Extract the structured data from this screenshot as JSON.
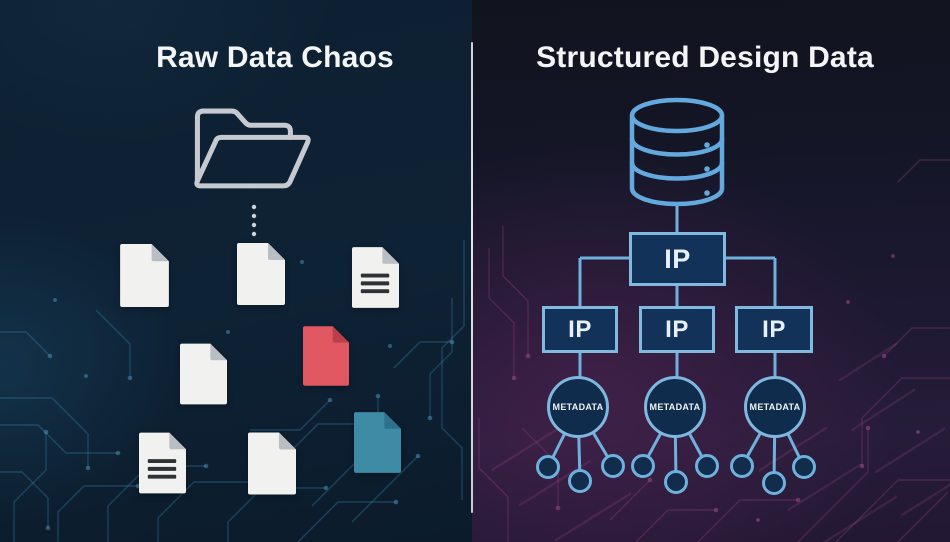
{
  "panels": {
    "left": {
      "title": "Raw Data Chaos",
      "folder_icon": "open-folder-icon",
      "ellipsis_dot_count": 4,
      "documents": [
        {
          "id": 1,
          "variant": "blank",
          "color": "#f1f1ef"
        },
        {
          "id": 2,
          "variant": "blank",
          "color": "#f1f1ef"
        },
        {
          "id": 3,
          "variant": "text-lines",
          "color": "#f1f1ef"
        },
        {
          "id": 4,
          "variant": "blank",
          "color": "#f1f1ef"
        },
        {
          "id": 5,
          "variant": "blank",
          "color": "#e15762"
        },
        {
          "id": 6,
          "variant": "text-lines",
          "color": "#f1f1ef"
        },
        {
          "id": 7,
          "variant": "blank",
          "color": "#f1f1ef"
        },
        {
          "id": 8,
          "variant": "blank",
          "color": "#3e8ba5"
        }
      ]
    },
    "right": {
      "title": "Structured Design Data",
      "database_icon": "database-icon",
      "tree": {
        "root": {
          "label": "IP"
        },
        "children": [
          {
            "label": "IP"
          },
          {
            "label": "IP"
          },
          {
            "label": "IP"
          }
        ],
        "metadata_nodes": [
          {
            "label": "METADATA"
          },
          {
            "label": "METADATA"
          },
          {
            "label": "METADATA"
          }
        ],
        "leaf_circles_per_metadata_node": 3
      }
    }
  },
  "colors": {
    "accent_blue": "#6fb1de",
    "node_fill": "#12325a",
    "divider": "#d9dadc",
    "background_left": "#0e2134",
    "background_right_bottom": "#281c3a",
    "circuit_left": "#3a7da3",
    "circuit_right": "#91407b",
    "document_white": "#f1f1ef",
    "document_red": "#e15762",
    "document_teal": "#3e8ba5",
    "title_text": "#f3f5f7"
  }
}
